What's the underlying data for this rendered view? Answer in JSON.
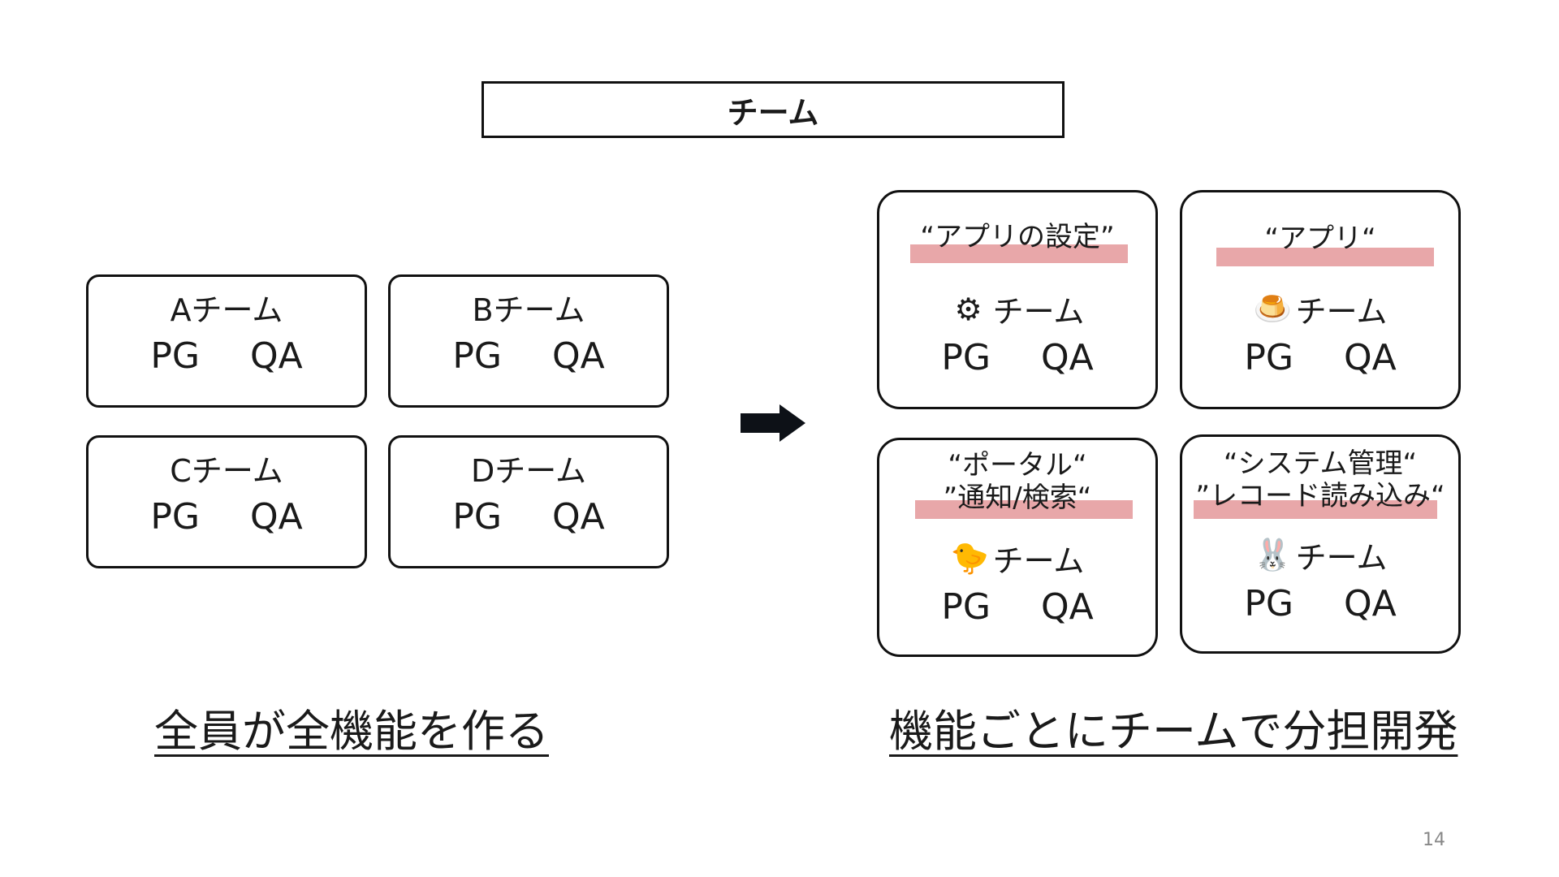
{
  "title": "チーム",
  "old_structure": {
    "teams": [
      {
        "name": "Aチーム",
        "roles": [
          "PG",
          "QA"
        ]
      },
      {
        "name": "Bチーム",
        "roles": [
          "PG",
          "QA"
        ]
      },
      {
        "name": "Cチーム",
        "roles": [
          "PG",
          "QA"
        ]
      },
      {
        "name": "Dチーム",
        "roles": [
          "PG",
          "QA"
        ]
      }
    ],
    "caption": "全員が全機能を作る"
  },
  "new_structure": {
    "teams": [
      {
        "feature_lines": [
          "“アプリの設定”"
        ],
        "icon": "gear-icon",
        "icon_glyph": "⚙",
        "team": "チーム",
        "roles": [
          "PG",
          "QA"
        ]
      },
      {
        "feature_lines": [
          "“アプリ“"
        ],
        "icon": "pudding-icon",
        "icon_glyph": "🍮",
        "team": "チーム",
        "roles": [
          "PG",
          "QA"
        ]
      },
      {
        "feature_lines": [
          "“ポータル“",
          "”通知/検索“"
        ],
        "icon": "chick-icon",
        "icon_glyph": "🐤",
        "team": "チーム",
        "roles": [
          "PG",
          "QA"
        ]
      },
      {
        "feature_lines": [
          "“システム管理“",
          "”レコード読み込み“"
        ],
        "icon": "rabbit-icon",
        "icon_glyph": "🐰",
        "team": "チーム",
        "roles": [
          "PG",
          "QA"
        ]
      }
    ],
    "caption": "機能ごとにチームで分担開発"
  },
  "page_number": "14",
  "colors": {
    "highlight": "#e8a7a9",
    "border": "#111111",
    "arrow": "#0d1117"
  }
}
